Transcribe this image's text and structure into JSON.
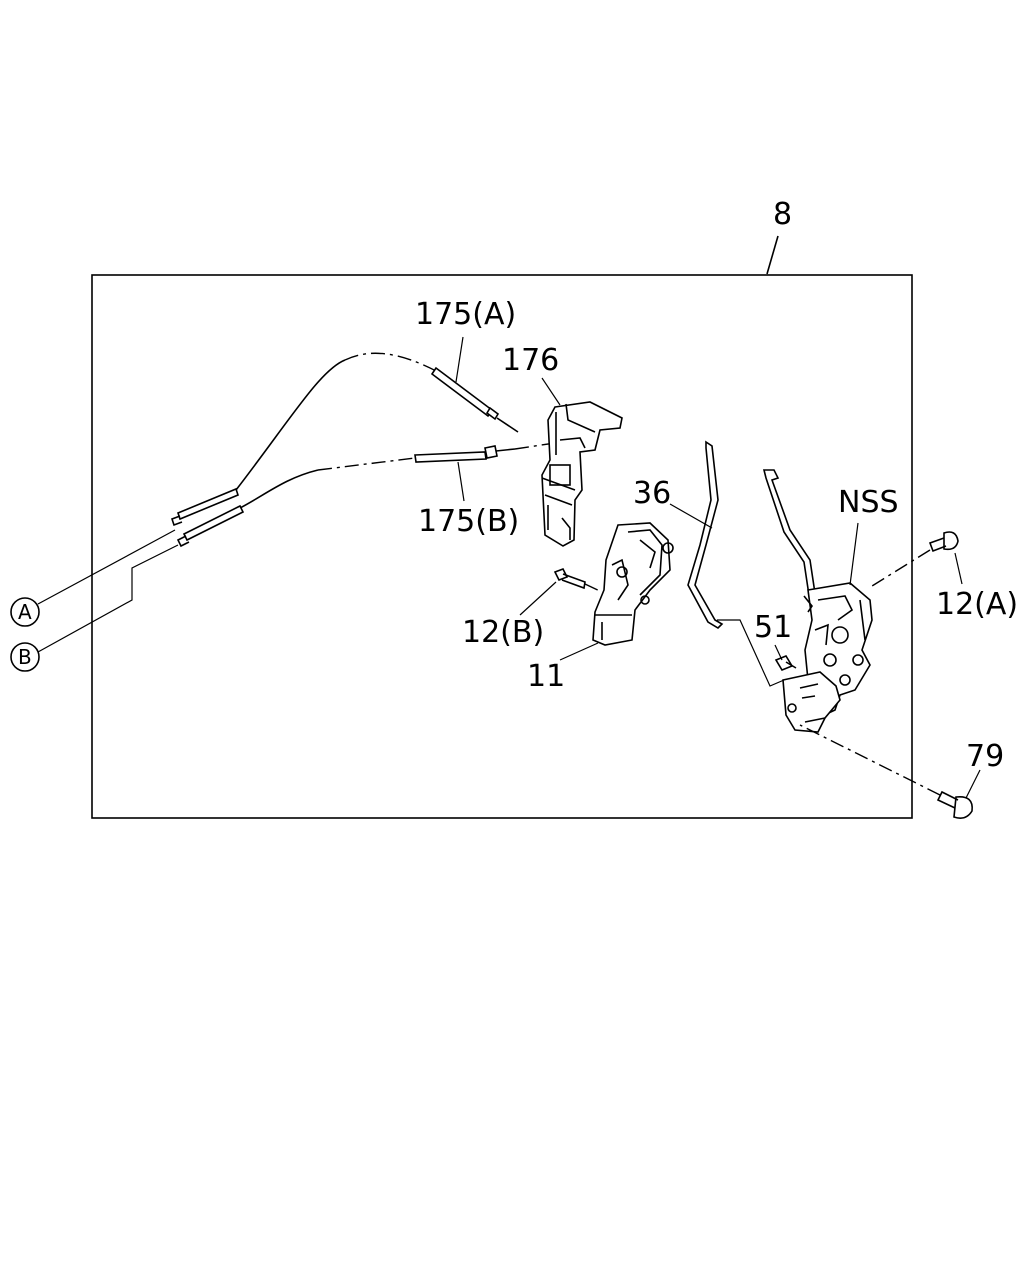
{
  "diagram": {
    "callouts": {
      "assembly": "8",
      "cable_a": "175(A)",
      "cable_b": "175(B)",
      "handle_bracket": "176",
      "rod": "36",
      "actuator": "11",
      "bolt_b": "12(B)",
      "latch": "NSS",
      "clip": "51",
      "bolt_a": "12(A)",
      "screw": "79",
      "ref_a": "A",
      "ref_b": "B"
    }
  }
}
